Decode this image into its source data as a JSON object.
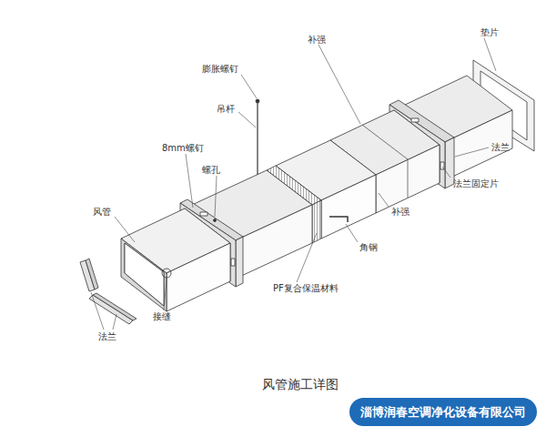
{
  "diagram": {
    "caption": "风管施工详图",
    "nodes": [
      {
        "text": [
          "淄博润春空调净化设备有限公司"
        ]
      }
    ],
    "labels": [
      "垫片",
      "补强",
      "膨胀螺钉",
      "吊杆",
      "8mm螺钉",
      "螺孔",
      "风管",
      "法兰",
      "法兰固定片",
      "补强",
      "角钢",
      "PF复合保温材料",
      "接缝",
      "法兰"
    ]
  }
}
